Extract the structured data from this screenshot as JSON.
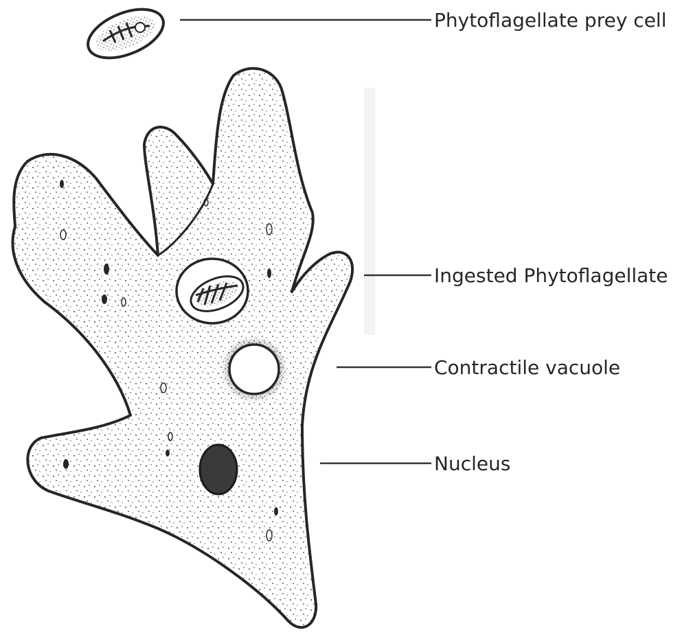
{
  "diagram": {
    "labels": {
      "prey_cell": "Phytoflagellate prey cell",
      "ingested": "Ingested Phytoflagellate",
      "vacuole": "Contractile vacuole",
      "nucleus": "Nucleus"
    },
    "colors": {
      "ink": "#262626",
      "nucleus_fill": "#3a3a3a",
      "background": "#ffffff"
    }
  }
}
